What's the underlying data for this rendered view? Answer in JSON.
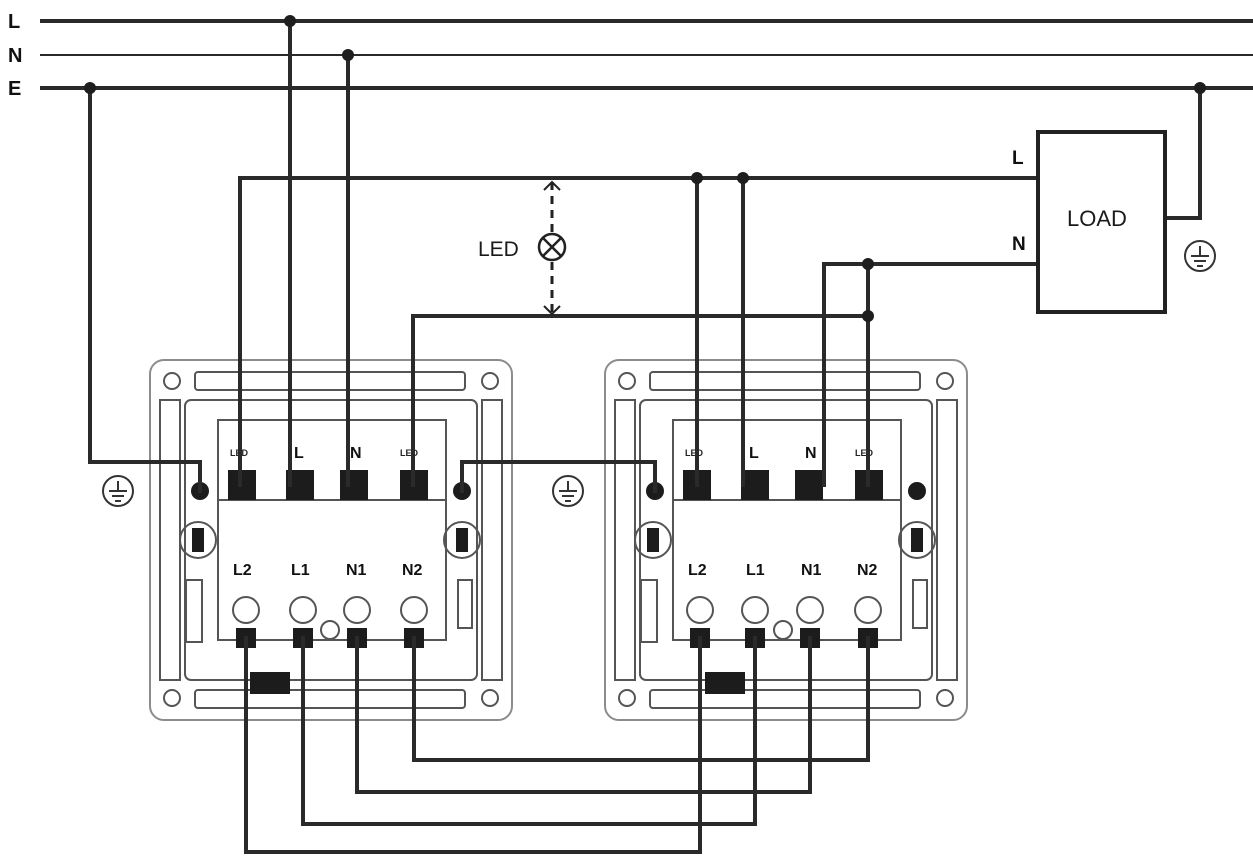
{
  "supply": {
    "live_label": "L",
    "neutral_label": "N",
    "earth_label": "E"
  },
  "load": {
    "label": "LOAD",
    "live_terminal": "L",
    "neutral_terminal": "N"
  },
  "led": {
    "label": "LED"
  },
  "switches": [
    {
      "top_terminals": [
        "LED",
        "L",
        "N",
        "LED"
      ],
      "bottom_terminals": [
        "L2",
        "L1",
        "N1",
        "N2"
      ]
    },
    {
      "top_terminals": [
        "LED",
        "L",
        "N",
        "LED"
      ],
      "bottom_terminals": [
        "L2",
        "L1",
        "N1",
        "N2"
      ]
    }
  ],
  "colors": {
    "wire": "#2a2a2a",
    "plate_outline": "#8c8c8c"
  }
}
